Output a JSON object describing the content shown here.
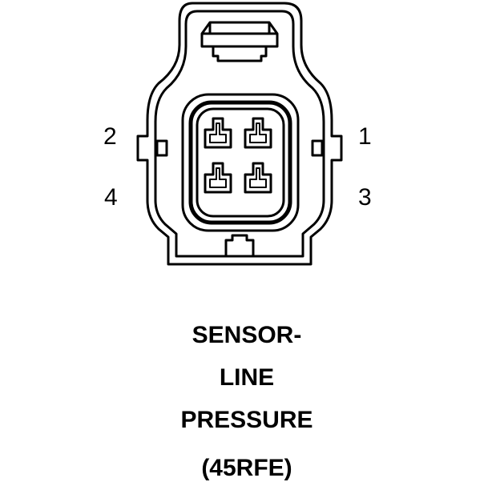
{
  "connector": {
    "pin_labels": {
      "pin1": "1",
      "pin2": "2",
      "pin3": "3",
      "pin4": "4"
    }
  },
  "caption": {
    "line1": "SENSOR-",
    "line2": "LINE",
    "line3": "PRESSURE",
    "line4": "(45RFE)"
  }
}
